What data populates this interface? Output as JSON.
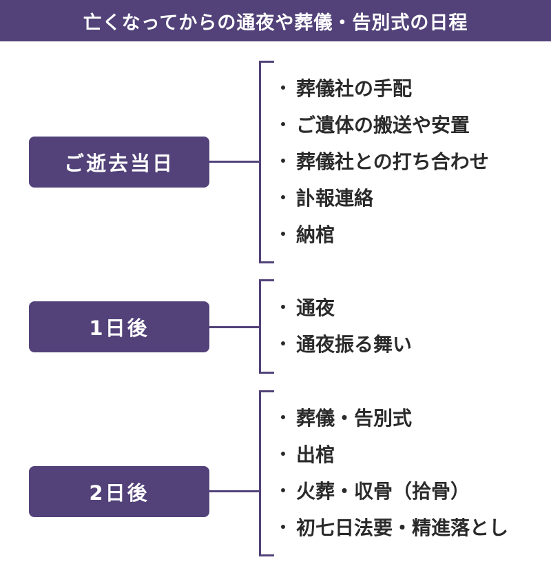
{
  "title": "亡くなってからの通夜や葬儀・告別式の日程",
  "colors": {
    "accent": "#524279",
    "text": "#2a2a2a"
  },
  "groups": [
    {
      "label": "ご逝去当日",
      "items": [
        "葬儀社の手配",
        "ご遺体の搬送や安置",
        "葬儀社との打ち合わせ",
        "訃報連絡",
        "納棺"
      ]
    },
    {
      "label": "1日後",
      "items": [
        "通夜",
        "通夜振る舞い"
      ]
    },
    {
      "label": "2日後",
      "items": [
        "葬儀・告別式",
        "出棺",
        "火葬・収骨（拾骨）",
        "初七日法要・精進落とし"
      ]
    }
  ]
}
